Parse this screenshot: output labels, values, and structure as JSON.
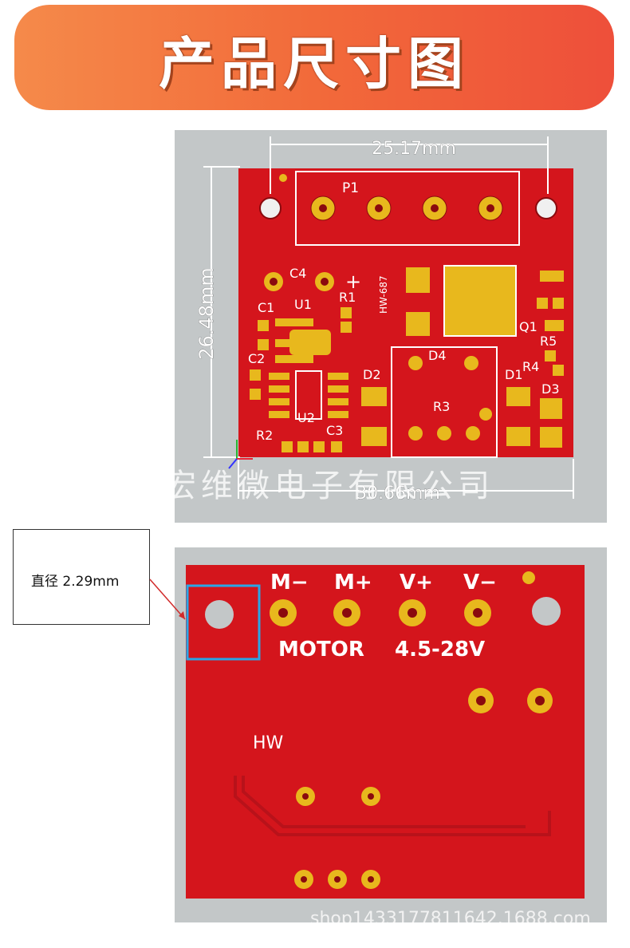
{
  "banner": {
    "title": "产品尺寸图"
  },
  "top_board": {
    "dim_width_top": "25.17mm",
    "dim_height": "26.48mm",
    "dim_width_bottom": "30.66mm",
    "model_label": "HW-687",
    "labels": {
      "p1": "P1",
      "c4": "C4",
      "c1": "C1",
      "u1": "U1",
      "r1": "R1",
      "plus": "+",
      "c2": "C2",
      "d4": "D4",
      "q1": "Q1",
      "r5": "R5",
      "r4": "R4",
      "d1": "D1",
      "d3": "D3",
      "d2": "D2",
      "r3": "R3",
      "u2": "U2",
      "r2": "R2",
      "c3": "C3"
    },
    "watermark": "深圳市宏维微电子有限公司"
  },
  "note": {
    "text": "直径 2.29mm"
  },
  "bottom_board": {
    "pin_labels": [
      "M−",
      "M+",
      "V+",
      "V−"
    ],
    "motor_label": "MOTOR",
    "voltage_label": "4.5-28V",
    "hw_label": "HW",
    "shop_text": "shop1433177811642.1688.com"
  },
  "colors": {
    "pcb_red": "#d4151c",
    "pad_gold": "#e8b81d",
    "highlight": "#2aa6e6",
    "bg_gray": "#c3c7c8"
  }
}
